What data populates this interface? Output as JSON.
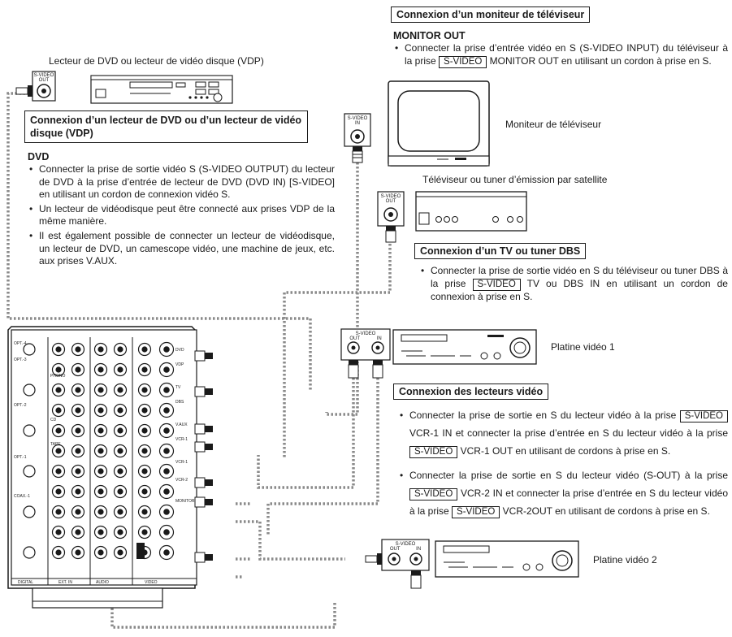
{
  "tv_monitor_section": {
    "heading": "Connexion d’un moniteur de téléviseur",
    "subheading": "MONITOR OUT",
    "text_before": "Connecter la prise d’entrée vidéo en S (S-VIDEO INPUT) du téléviseur à la prise ",
    "key": "S-VIDEO",
    "text_after": " MONITOR OUT en utilisant un cordon à prise en S.",
    "device_label": "Moniteur de téléviseur"
  },
  "dvd_section": {
    "device_caption": "Lecteur de DVD ou lecteur de vidéo disque (VDP)",
    "heading": "Connexion d’un lecteur de DVD ou d’un lecteur de vidéo disque (VDP)",
    "subheading": "DVD",
    "bullets": [
      "Connecter la prise de sortie vidéo S (S-VIDEO OUTPUT) du lecteur de DVD à la prise d’entrée de lecteur de DVD (DVD IN) [S-VIDEO] en utilisant un cordon de connexion vidéo S.",
      "Un lecteur de vidéodisque peut être connecté aux prises VDP de la même manière.",
      "Il est également possible de connecter un lecteur de vidéodisque, un lecteur de DVD, un camescope vidéo, une machine de jeux, etc. aux prises V.AUX."
    ]
  },
  "tv_tuner_section": {
    "device_caption": "Téléviseur ou tuner d’émission par satellite",
    "heading": "Connexion d’un TV ou tuner DBS",
    "text_before": "Connecter la prise de sortie vidéo en S du téléviseur ou tuner DBS à la prise ",
    "key": "S-VIDEO",
    "text_after": " TV ou DBS IN en utilisant un cordon de connexion à prise en S."
  },
  "vcr1": {
    "label": "Platine vidéo 1"
  },
  "vcr2": {
    "label": "Platine vidéo 2"
  },
  "vcr_section": {
    "heading": "Connexion des lecteurs vidéo",
    "b1_part1": "Connecter la prise de sortie en S du lecteur vidéo à la prise ",
    "b1_part2": " VCR-1 IN et connecter la prise d’entrée en S du lecteur vidéo à la prise ",
    "b1_part3": " VCR-1 OUT en utilisant de cordons à prise en S.",
    "b2_part1": "Connecter la prise de sortie en S du lecteur vidéo (S-OUT) à la prise ",
    "b2_part2": " VCR-2 IN et connecter la prise d’entrée en S du lecteur vidéo à la prise ",
    "b2_part3": " VCR-2OUT en utilisant de cordons à prise en S.",
    "key": "S-VIDEO"
  },
  "jacks": {
    "s_video": "S-VIDEO",
    "out": "OUT",
    "in": "IN"
  }
}
